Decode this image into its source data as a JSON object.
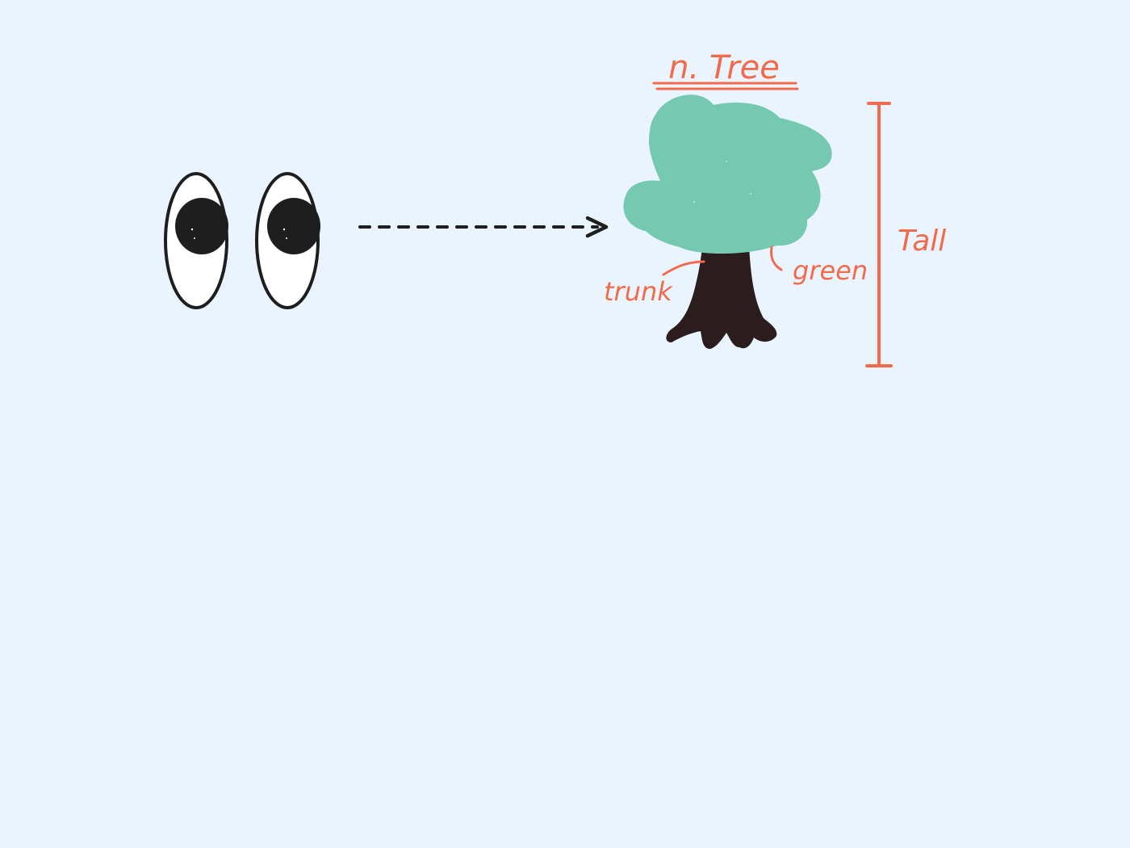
{
  "title_text": "n. Tree",
  "labels": {
    "trunk": "trunk",
    "green": "green",
    "tall": "Tall"
  },
  "icons": {
    "eyes": "eyes-icon",
    "arrow": "dashed-arrow-right-icon",
    "tree": "tree-icon",
    "height_bar": "height-bracket"
  },
  "colors": {
    "background": "#eaf4fe",
    "annotation": "#f26a4b",
    "canopy": "#76c9b1",
    "trunk": "#2b1d1d",
    "ink": "#1e1e1e"
  }
}
